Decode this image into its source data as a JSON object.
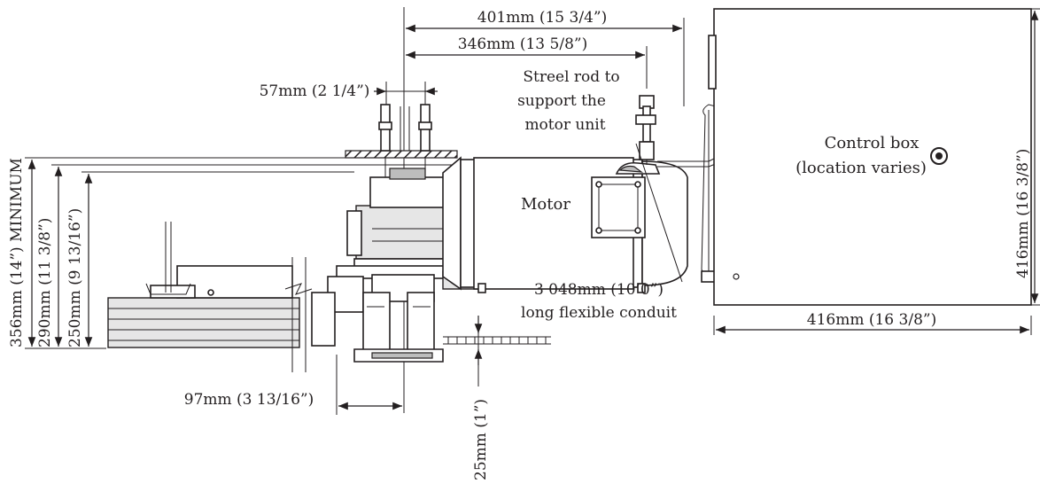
{
  "dimensions": {
    "top_overall": "401mm (15 3/4”)",
    "top_rod": "346mm (13 5/8”)",
    "hanger_spacing": "57mm (2 1/4”)",
    "left_minimum": "356mm (14”) MINIMUM",
    "left_290": "290mm (11 3/8”)",
    "left_250": "250mm (9 13/16”)",
    "bottom_97": "97mm (3 13/16”)",
    "bottom_25": "25mm (1”)",
    "box_width": "416mm (16 3/8”)",
    "box_height": "416mm (16 3/8”)"
  },
  "labels": {
    "rod_line1": "Streel rod to",
    "rod_line2": "support the",
    "rod_line3": "motor unit",
    "motor": "Motor",
    "control_line1": "Control box",
    "control_line2": "(location varies)",
    "conduit_line1": "3 048mm (10’0”)",
    "conduit_line2": "long flexible conduit"
  },
  "colors": {
    "ink": "#231f20",
    "shade": "#e6e6e6",
    "dark_shade": "#bdbdbd"
  }
}
